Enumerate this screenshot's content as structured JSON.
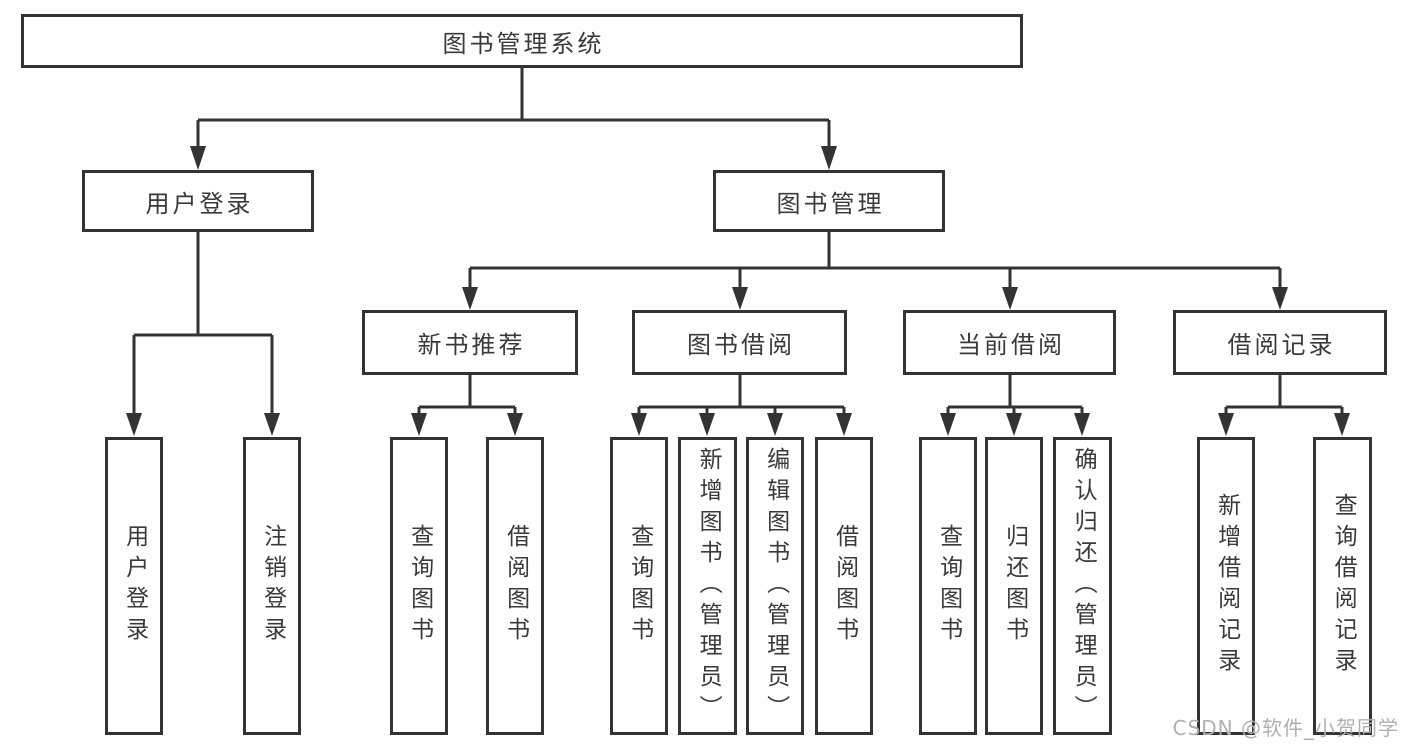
{
  "diagram": {
    "type": "hierarchy-tree",
    "tree": {
      "root": {
        "label": "图书管理系统",
        "children": [
          {
            "label": "用户登录",
            "children": [
              {
                "label": "用户登录"
              },
              {
                "label": "注销登录"
              }
            ]
          },
          {
            "label": "图书管理",
            "children": [
              {
                "label": "新书推荐",
                "children": [
                  {
                    "label": "查询图书"
                  },
                  {
                    "label": "借阅图书"
                  }
                ]
              },
              {
                "label": "图书借阅",
                "children": [
                  {
                    "label": "查询图书"
                  },
                  {
                    "label": "新增图书（管理员）"
                  },
                  {
                    "label": "编辑图书（管理员）"
                  },
                  {
                    "label": "借阅图书"
                  }
                ]
              },
              {
                "label": "当前借阅",
                "children": [
                  {
                    "label": "查询图书"
                  },
                  {
                    "label": "归还图书"
                  },
                  {
                    "label": "确认归还（管理员）"
                  }
                ]
              },
              {
                "label": "借阅记录",
                "children": [
                  {
                    "label": "新增借阅记录"
                  },
                  {
                    "label": "查询借阅记录"
                  }
                ]
              }
            ]
          }
        ]
      }
    },
    "colors": {
      "line": "#333333",
      "text": "#3a3a3a",
      "box_background": "#ffffff",
      "page_background": "#ffffff",
      "watermark": "#b0b0b0"
    }
  },
  "watermark": {
    "text": "CSDN @软件_小贺同学"
  }
}
